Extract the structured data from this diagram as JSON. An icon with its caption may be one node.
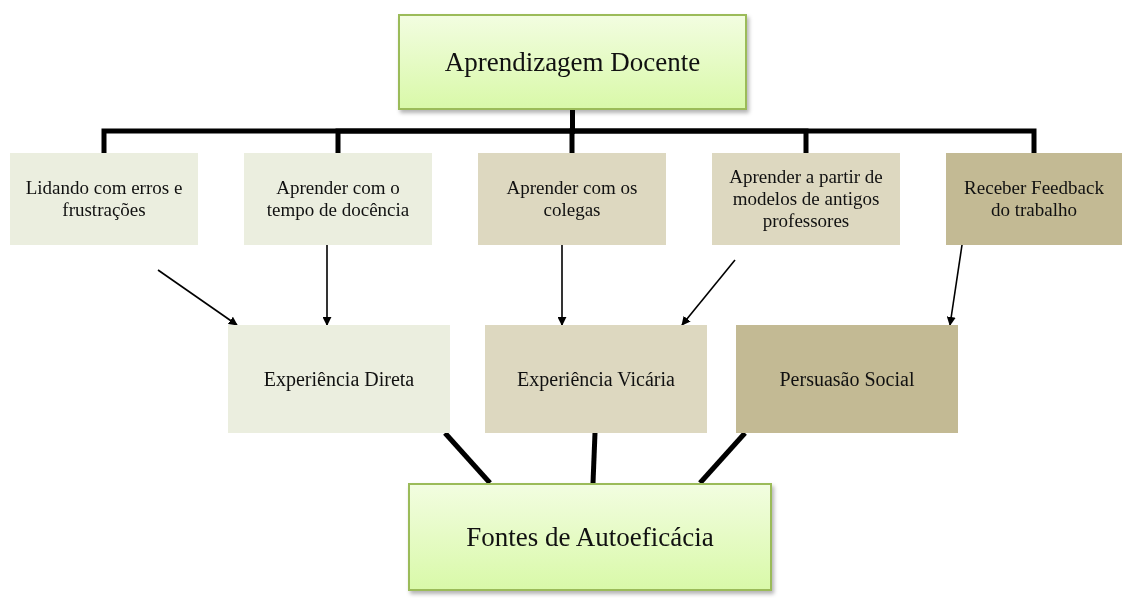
{
  "diagram": {
    "nodes": [
      {
        "text": [
          "Aprendizagem Docente"
        ]
      },
      {
        "text": [
          "Lidando com erros e frustrações"
        ]
      },
      {
        "text": [
          "Aprender com o tempo de docência"
        ]
      },
      {
        "text": [
          "Aprender com os colegas"
        ]
      },
      {
        "text": [
          "Aprender a partir de modelos de antigos professores"
        ]
      },
      {
        "text": [
          "Receber Feedback do trabalho"
        ]
      },
      {
        "text": [
          "Experiência Direta"
        ]
      },
      {
        "text": [
          "Experiência Vicária"
        ]
      },
      {
        "text": [
          "Persuasão Social"
        ]
      },
      {
        "text": [
          "Fontes de Autoeficácia"
        ]
      }
    ],
    "edges": [
      {
        "from": 0,
        "to": 1,
        "arrow": "none"
      },
      {
        "from": 0,
        "to": 2,
        "arrow": "none"
      },
      {
        "from": 0,
        "to": 3,
        "arrow": "none"
      },
      {
        "from": 0,
        "to": 4,
        "arrow": "none"
      },
      {
        "from": 0,
        "to": 5,
        "arrow": "none"
      },
      {
        "from": 1,
        "to": 6,
        "arrow": "to"
      },
      {
        "from": 2,
        "to": 6,
        "arrow": "to"
      },
      {
        "from": 3,
        "to": 7,
        "arrow": "to"
      },
      {
        "from": 4,
        "to": 7,
        "arrow": "to"
      },
      {
        "from": 5,
        "to": 8,
        "arrow": "to"
      },
      {
        "from": 6,
        "to": 9,
        "arrow": "none"
      },
      {
        "from": 7,
        "to": 9,
        "arrow": "none"
      },
      {
        "from": 8,
        "to": 9,
        "arrow": "none"
      }
    ]
  }
}
